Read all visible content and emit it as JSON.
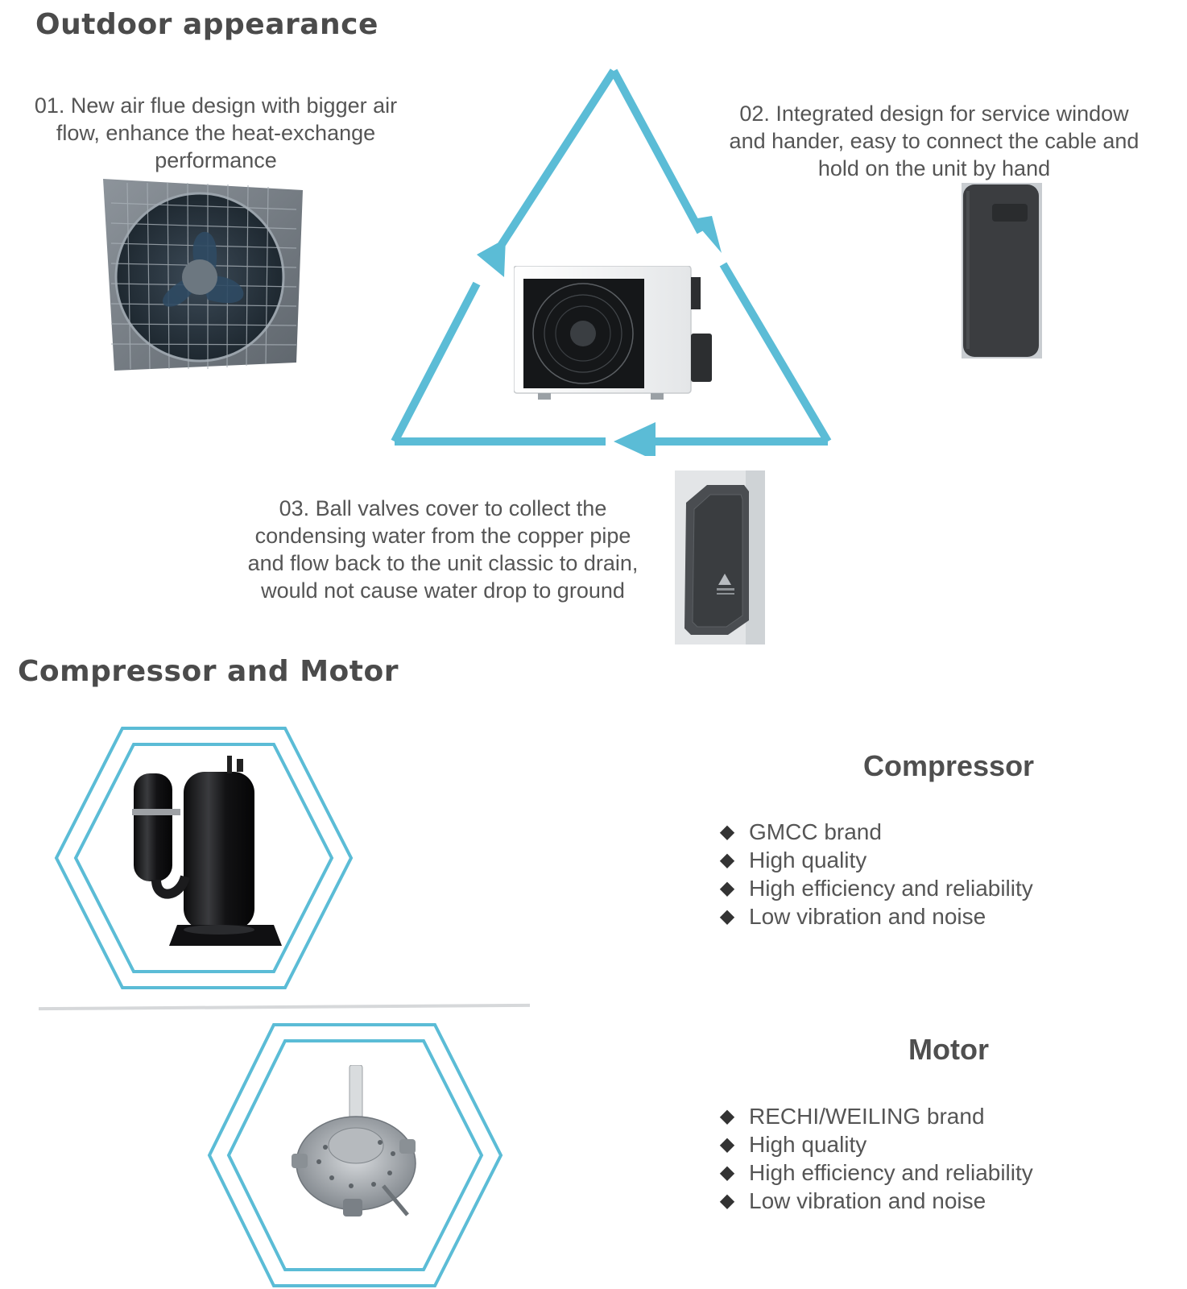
{
  "outdoor": {
    "title": "Outdoor appearance",
    "features": [
      {
        "lines": [
          "01. New air flue design with bigger air",
          "flow, enhance the heat-exchange",
          "performance"
        ],
        "image": "fan-grille-image"
      },
      {
        "lines": [
          "02. Integrated design for service window",
          "and hander, easy to connect the cable and",
          "hold on the unit by hand"
        ],
        "image": "service-window-cover-image"
      },
      {
        "lines": [
          "03. Ball valves cover to collect the",
          "condensing water from the copper pipe",
          "and flow back to the unit classic to drain,",
          "would not cause water drop to ground"
        ],
        "image": "ball-valve-cover-image"
      }
    ],
    "center_image": "outdoor-unit-image",
    "accent_color": "#5bbcd6"
  },
  "components": {
    "title": "Compressor and Motor",
    "compressor": {
      "heading": "Compressor",
      "items": [
        "GMCC brand",
        "High quality",
        "High efficiency and reliability",
        "Low vibration and noise"
      ],
      "image": "compressor-image"
    },
    "motor": {
      "heading": "Motor",
      "items": [
        "RECHI/WEILING brand",
        "High quality",
        "High efficiency and reliability",
        "Low vibration and noise"
      ],
      "image": "motor-image"
    },
    "bullet": "◆"
  }
}
